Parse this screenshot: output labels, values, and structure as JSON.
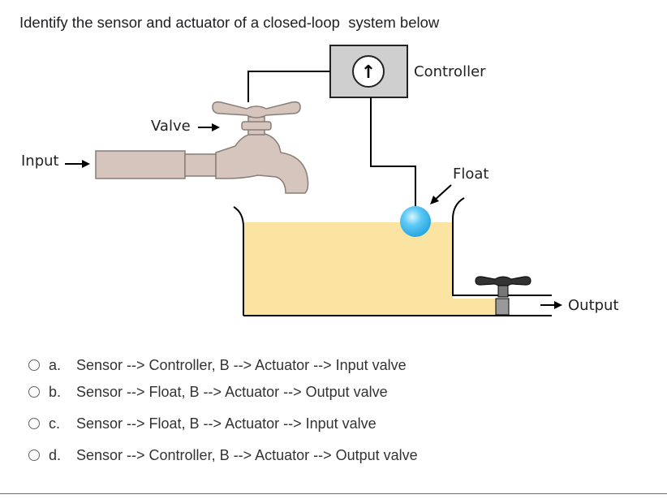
{
  "question": "Identify the sensor and actuator of a closed-loop  system below",
  "figure": {
    "labels": {
      "input": "Input",
      "valve": "Valve",
      "controller": "Controller",
      "float": "Float",
      "output": "Output"
    },
    "controller_symbol": "↑",
    "colors": {
      "water": "#fbe3a1",
      "pipe": "#d5c5bc",
      "pipe_stroke": "#8a7d76",
      "controller_box": "#cfcfcf",
      "float": "#5bc8f5",
      "line": "#000000"
    }
  },
  "options": [
    {
      "letter": "a.",
      "text": "Sensor --> Controller, B --> Actuator --> Input valve"
    },
    {
      "letter": "b.",
      "text": "Sensor --> Float, B --> Actuator --> Output valve"
    },
    {
      "letter": "c.",
      "text": "Sensor --> Float, B --> Actuator --> Input valve"
    },
    {
      "letter": "d.",
      "text": "Sensor --> Controller, B --> Actuator --> Output valve"
    }
  ]
}
